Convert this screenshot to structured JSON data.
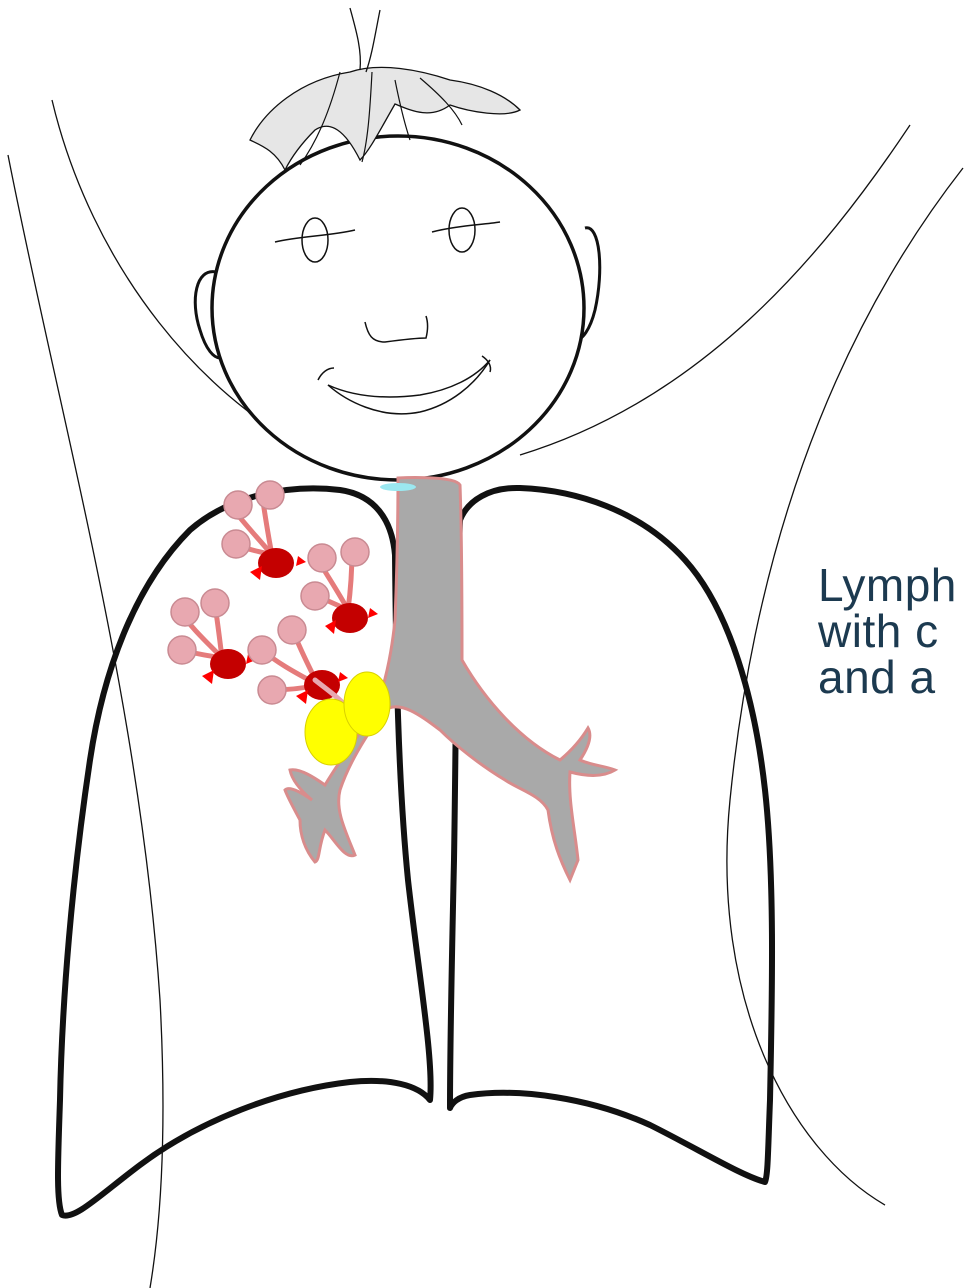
{
  "caption": {
    "lines": [
      "Lymph",
      "with c",
      "and a"
    ]
  },
  "colors": {
    "ink": "#111111",
    "lung_outline": "#111111",
    "airway_fill": "#a9a9a9",
    "airway_edge": "#d98c8c",
    "alveoli": "#e8a8b0",
    "tumor": "#c40000",
    "lymph_node": "#ffff00",
    "hair": "#e6e6e6",
    "caption_text": "#1c3a50"
  },
  "figure": {
    "parts": [
      "head",
      "hair",
      "eyes",
      "nose",
      "mouth",
      "ears",
      "arms",
      "lungs",
      "trachea",
      "bronchi",
      "alveoli-clusters",
      "tumors",
      "lymph-nodes"
    ]
  }
}
